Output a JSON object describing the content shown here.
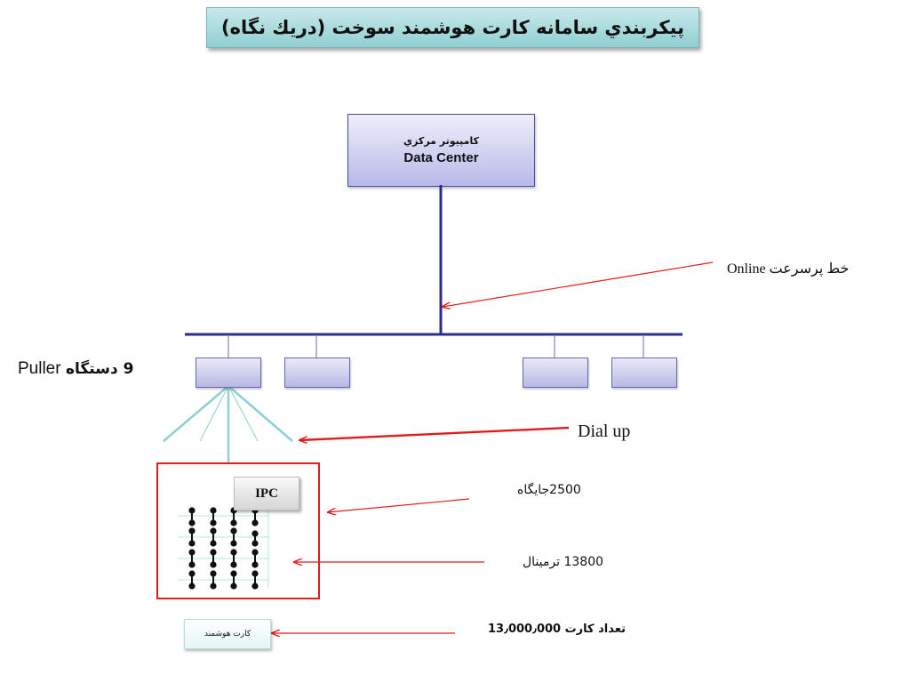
{
  "title": "پيكربندي  سامانه کارت هوشمند سوخت  (دريك نگاه)",
  "data_center": {
    "label_fa": "کامپیوتر مرکزي",
    "label_en": "Data Center"
  },
  "labels": {
    "online": "خط پرسرعت Online",
    "puller_count": "9 دستگاه",
    "puller": "Puller",
    "dialup": "Dial up",
    "sites": "2500جايگاه",
    "terminals": "13800 ترمينال",
    "cards": "تعداد کارت 13٫000٫000"
  },
  "ipc": "IPC",
  "smart_card": "کارت هوشمند",
  "colors": {
    "title_bg": "#9fd6d9",
    "box_fill": "#c8c8f0",
    "bus_line": "#2e2e88",
    "arrow_red": "#e41b1b",
    "fan_line": "#8fcfd2",
    "grid_line": "#b5e3e5"
  }
}
